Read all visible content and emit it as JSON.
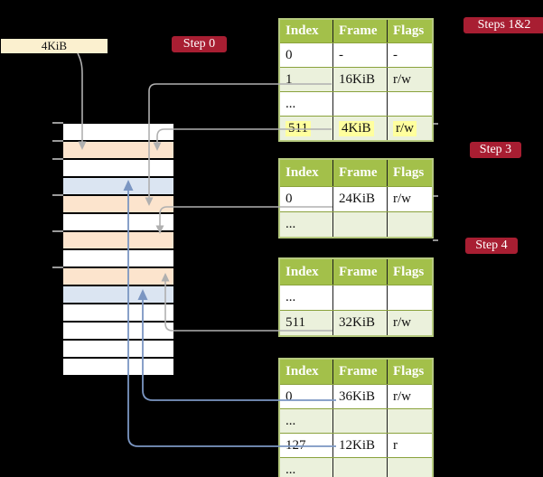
{
  "frame_size_label": "4KiB",
  "steps": {
    "step0": "Step 0",
    "steps_1_2": "Steps 1&2",
    "step3": "Step 3",
    "step4": "Step 4"
  },
  "memory_column": {
    "description": "physical memory frames, top to bottom",
    "rows": [
      "white",
      "peach",
      "white",
      "blue",
      "peach",
      "white",
      "peach",
      "white",
      "peach",
      "blue",
      "white",
      "white",
      "white",
      "white"
    ]
  },
  "page_tables": [
    {
      "id": "pt-steps-1-2",
      "headers": [
        "Index",
        "Frame",
        "Flags"
      ],
      "rows": [
        {
          "cells": [
            "0",
            "-",
            "-"
          ],
          "shade": "white",
          "highlight": false
        },
        {
          "cells": [
            "1",
            "16KiB",
            "r/w"
          ],
          "shade": "green",
          "highlight": false
        },
        {
          "cells": [
            "...",
            "",
            ""
          ],
          "shade": "white",
          "highlight": false
        },
        {
          "cells": [
            "511",
            "4KiB",
            "r/w"
          ],
          "shade": "green",
          "highlight": true
        }
      ]
    },
    {
      "id": "pt-step-3",
      "headers": [
        "Index",
        "Frame",
        "Flags"
      ],
      "rows": [
        {
          "cells": [
            "0",
            "24KiB",
            "r/w"
          ],
          "shade": "white",
          "highlight": false
        },
        {
          "cells": [
            "...",
            "",
            ""
          ],
          "shade": "green",
          "highlight": false
        }
      ]
    },
    {
      "id": "pt-step-4",
      "headers": [
        "Index",
        "Frame",
        "Flags"
      ],
      "rows": [
        {
          "cells": [
            "...",
            "",
            ""
          ],
          "shade": "white",
          "highlight": false
        },
        {
          "cells": [
            "511",
            "32KiB",
            "r/w"
          ],
          "shade": "green",
          "highlight": false
        }
      ]
    },
    {
      "id": "pt-leaf",
      "headers": [
        "Index",
        "Frame",
        "Flags"
      ],
      "rows": [
        {
          "cells": [
            "0",
            "36KiB",
            "r/w"
          ],
          "shade": "white",
          "highlight": false
        },
        {
          "cells": [
            "...",
            "",
            ""
          ],
          "shade": "green",
          "highlight": false
        },
        {
          "cells": [
            "127",
            "12KiB",
            "r"
          ],
          "shade": "white",
          "highlight": false
        },
        {
          "cells": [
            "...",
            "",
            ""
          ],
          "shade": "green",
          "highlight": false
        }
      ]
    }
  ],
  "connections": [
    {
      "from": "frame-size-label 4KiB",
      "to": "memory-row-2",
      "style": "gray-arrow-down"
    },
    {
      "from": "pt-steps-1-2 row 1 (16KiB)",
      "to": "memory-row-5",
      "style": "gray-arrow-down"
    },
    {
      "from": "pt-steps-1-2 row 511 (4KiB)",
      "to": "memory-row-2",
      "style": "gray-arrow-down"
    },
    {
      "from": "pt-step-3 row 0 (24KiB)",
      "to": "memory-row-7",
      "style": "gray-arrow-down"
    },
    {
      "from": "pt-step-4 row 511 (32KiB)",
      "to": "memory-row-9",
      "style": "gray-arrow-up"
    },
    {
      "from": "pt-leaf row 0 (36KiB)",
      "to": "memory-row-10",
      "style": "blue-arrow-up"
    },
    {
      "from": "pt-leaf row 127 (12KiB)",
      "to": "memory-row-4",
      "style": "blue-arrow-up"
    }
  ],
  "colors": {
    "background": "#000000",
    "cream_box": "#fbf0cf",
    "step_label_red": "#a81e32",
    "table_header_green": "#a3c04a",
    "table_row_green": "#ebf1dc",
    "table_border_green": "#b6ca7f",
    "memory_peach": "#fce4cd",
    "memory_blue": "#dbe5f2",
    "highlight_yellow": "#ffff9e",
    "gray_connector": "#b0b0b0",
    "blue_connector": "#7b96c2"
  }
}
